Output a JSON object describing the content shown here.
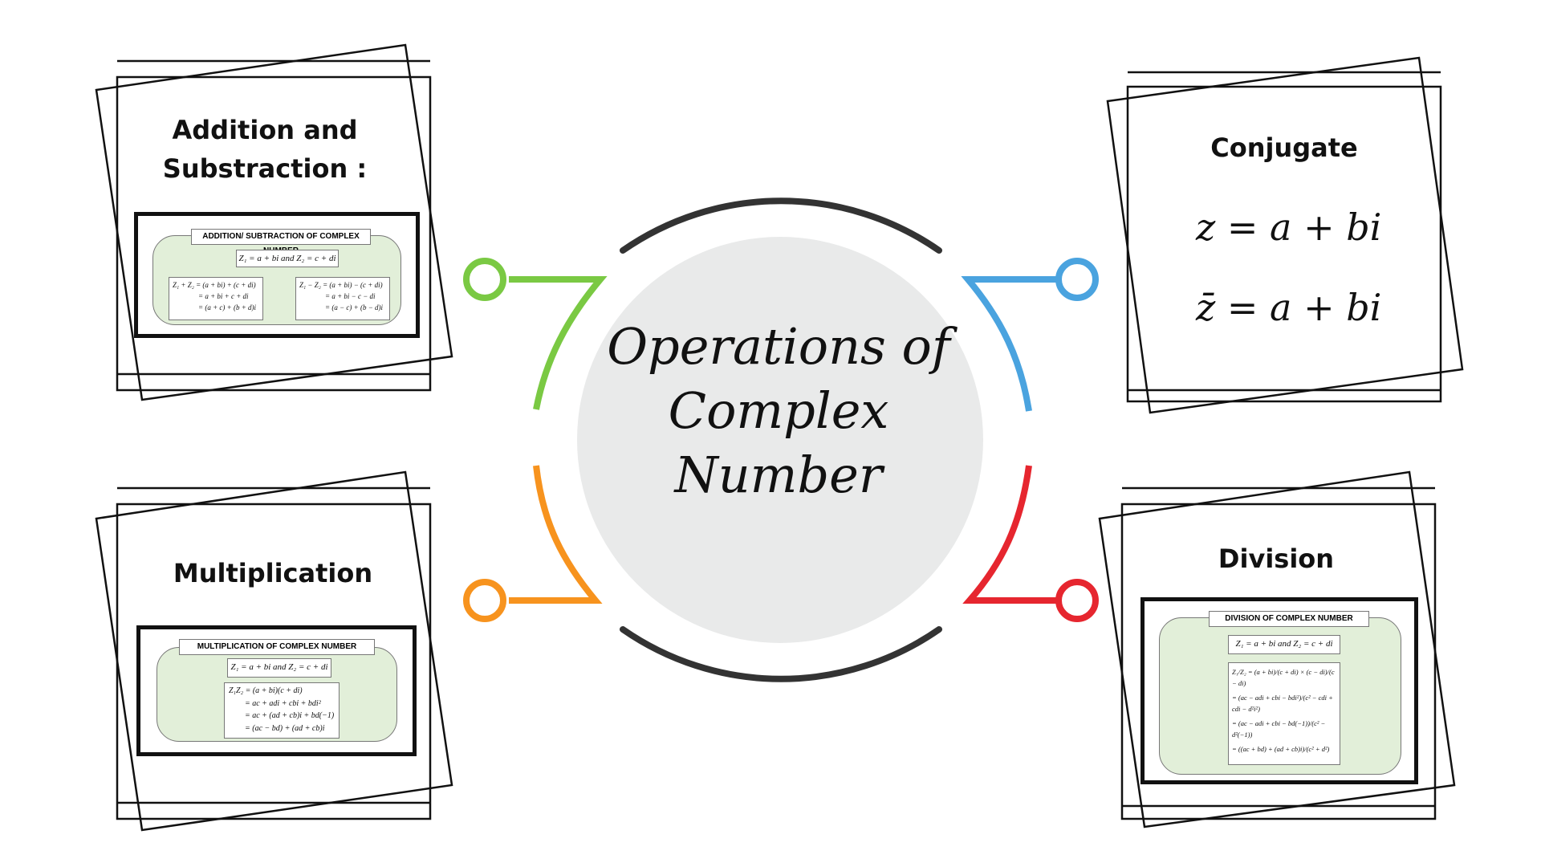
{
  "center": {
    "title_lines": [
      "Operations of",
      "Complex",
      "Number"
    ]
  },
  "connectors": {
    "top_left": "#7ac943",
    "bottom_left": "#f7931e",
    "top_right": "#4aa3df",
    "bottom_right": "#e6262f",
    "arc": "#333333",
    "circle_fill": "#e9eaea"
  },
  "cards": {
    "addition": {
      "title_line1": "Addition and",
      "title_line2": "Substraction :",
      "header": "ADDITION/ SUBTRACTION OF COMPLEX NUMBER",
      "definition": "Z₁ = a + bi  and  Z₂ = c + di",
      "left_lines": [
        "Z₁ + Z₂ = (a + bi) + (c + di)",
        "= a + bi + c + di",
        "= (a + c) + (b + d)i"
      ],
      "right_lines": [
        "Z₁ − Z₂ = (a + bi) − (c + di)",
        "= a + bi − c − di",
        "= (a − c) + (b − d)i"
      ]
    },
    "conjugate": {
      "title": "Conjugate",
      "line1": "z = a + bi",
      "line2": "z̄ = a + bi"
    },
    "multiplication": {
      "title": "Multiplication",
      "header": "MULTIPLICATION OF COMPLEX NUMBER",
      "definition": "Z₁ = a + bi  and  Z₂ = c + di",
      "lines": [
        "Z₁Z₂ = (a + bi)(c + di)",
        "= ac + adi + cbi + bdi²",
        "= ac + (ad + cb)i + bd(−1)",
        "= (ac − bd) + (ad + cb)i"
      ]
    },
    "division": {
      "title": "Division",
      "header": "DIVISION OF COMPLEX NUMBER",
      "definition": "Z₁ = a + bi  and  Z₂ = c + di",
      "lines": [
        "Z₁/Z₂ = (a + bi)/(c + di) × (c − di)/(c − di)",
        "= (ac − adi + cbi − bdi²)/(c² − cdi + cdi − d²i²)",
        "= (ac − adi + cbi − bd(−1))/(c² − d²(−1))",
        "= ((ac + bd) + (ad + cb)i)/(c² + d²)"
      ]
    }
  }
}
